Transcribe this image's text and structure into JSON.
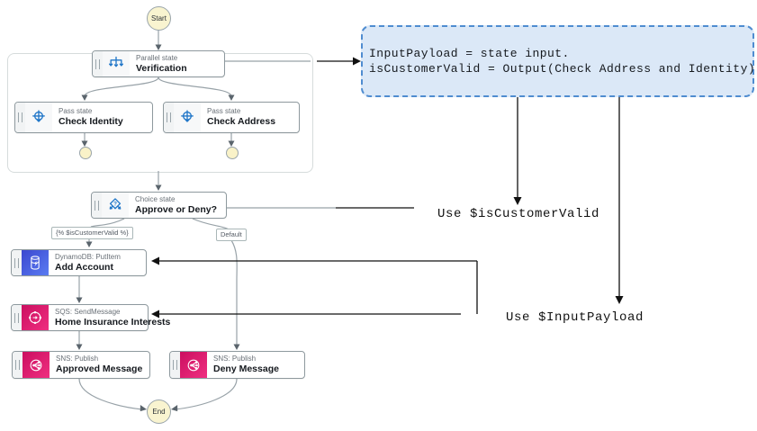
{
  "nodes": {
    "start": {
      "label": "Start"
    },
    "end": {
      "label": "End"
    },
    "verification": {
      "type_label": "Parallel state",
      "name": "Verification"
    },
    "check_identity": {
      "type_label": "Pass state",
      "name": "Check Identity"
    },
    "check_address": {
      "type_label": "Pass state",
      "name": "Check Address"
    },
    "approve_or_deny": {
      "type_label": "Choice state",
      "name": "Approve or Deny?"
    },
    "add_account": {
      "type_label": "DynamoDB: PutItem",
      "name": "Add Account"
    },
    "home_insurance": {
      "type_label": "SQS: SendMessage",
      "name": "Home Insurance Interests"
    },
    "approved_message": {
      "type_label": "SNS: Publish",
      "name": "Approved Message"
    },
    "deny_message": {
      "type_label": "SNS: Publish",
      "name": "Deny Message"
    }
  },
  "edge_labels": {
    "condition": "{% $isCustomerValid %}",
    "default": "Default"
  },
  "annotations": {
    "note_line1": "InputPayload = state input.",
    "note_line2": "isCustomerValid = Output(Check Address and Identity)",
    "use_is_customer_valid": "Use $isCustomerValid",
    "use_input_payload": "Use $InputPayload"
  },
  "colors": {
    "flow_icon_blue": "#2076c8",
    "dynamodb_blue": "#4a56e2",
    "messaging_pink": "#de1a6c",
    "note_background": "#dbe8f7",
    "note_border": "#4f8cd0",
    "terminator_fill": "#f9f4d0",
    "edge_grey": "#98a2a8",
    "annotation_black": "#111111"
  }
}
